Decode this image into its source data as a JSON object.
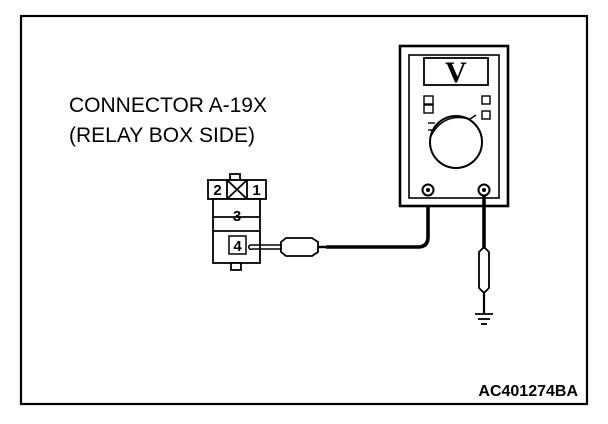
{
  "connector": {
    "line1": "CONNECTOR A-19X",
    "line2": "(RELAY BOX SIDE)",
    "pins": {
      "top_left": "2",
      "top_right": "1",
      "middle": "3",
      "bottom": "4"
    }
  },
  "meter": {
    "display": "V"
  },
  "figure_code": "AC401274BA"
}
